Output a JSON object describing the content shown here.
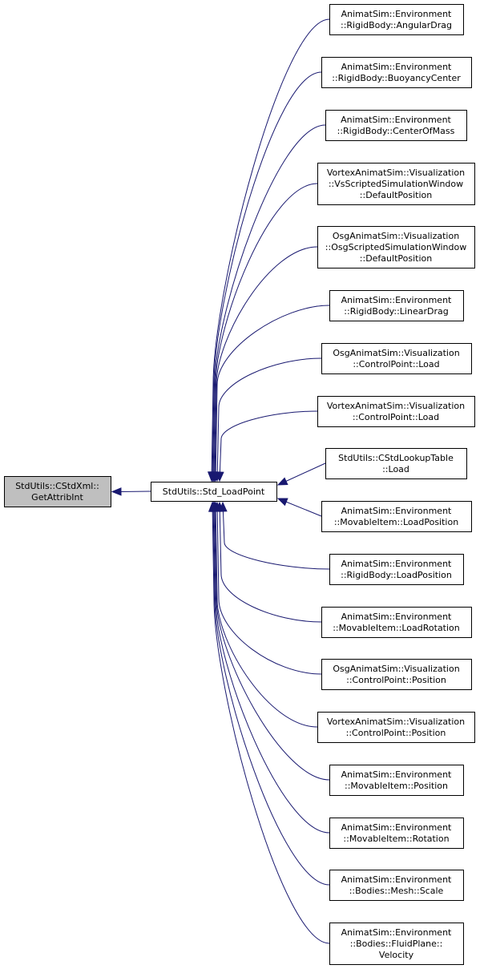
{
  "root": {
    "lines": [
      "StdUtils::CStdXml::",
      "GetAttribInt"
    ]
  },
  "hub": {
    "lines": [
      "StdUtils::Std_LoadPoint"
    ]
  },
  "callers": [
    {
      "lines": [
        "AnimatSim::Environment",
        "::RigidBody::AngularDrag"
      ]
    },
    {
      "lines": [
        "AnimatSim::Environment",
        "::RigidBody::BuoyancyCenter"
      ]
    },
    {
      "lines": [
        "AnimatSim::Environment",
        "::RigidBody::CenterOfMass"
      ]
    },
    {
      "lines": [
        "VortexAnimatSim::Visualization",
        "::VsScriptedSimulationWindow",
        "::DefaultPosition"
      ]
    },
    {
      "lines": [
        "OsgAnimatSim::Visualization",
        "::OsgScriptedSimulationWindow",
        "::DefaultPosition"
      ]
    },
    {
      "lines": [
        "AnimatSim::Environment",
        "::RigidBody::LinearDrag"
      ]
    },
    {
      "lines": [
        "OsgAnimatSim::Visualization",
        "::ControlPoint::Load"
      ]
    },
    {
      "lines": [
        "VortexAnimatSim::Visualization",
        "::ControlPoint::Load"
      ]
    },
    {
      "lines": [
        "StdUtils::CStdLookupTable",
        "::Load"
      ]
    },
    {
      "lines": [
        "AnimatSim::Environment",
        "::MovableItem::LoadPosition"
      ]
    },
    {
      "lines": [
        "AnimatSim::Environment",
        "::RigidBody::LoadPosition"
      ]
    },
    {
      "lines": [
        "AnimatSim::Environment",
        "::MovableItem::LoadRotation"
      ]
    },
    {
      "lines": [
        "OsgAnimatSim::Visualization",
        "::ControlPoint::Position"
      ]
    },
    {
      "lines": [
        "VortexAnimatSim::Visualization",
        "::ControlPoint::Position"
      ]
    },
    {
      "lines": [
        "AnimatSim::Environment",
        "::MovableItem::Position"
      ]
    },
    {
      "lines": [
        "AnimatSim::Environment",
        "::MovableItem::Rotation"
      ]
    },
    {
      "lines": [
        "AnimatSim::Environment",
        "::Bodies::Mesh::Scale"
      ]
    },
    {
      "lines": [
        "AnimatSim::Environment",
        "::Bodies::FluidPlane::",
        "Velocity"
      ]
    }
  ],
  "colors": {
    "edge": "#191970",
    "root_fill": "#bfbfbf",
    "node_fill": "#ffffff",
    "border": "#000000"
  }
}
